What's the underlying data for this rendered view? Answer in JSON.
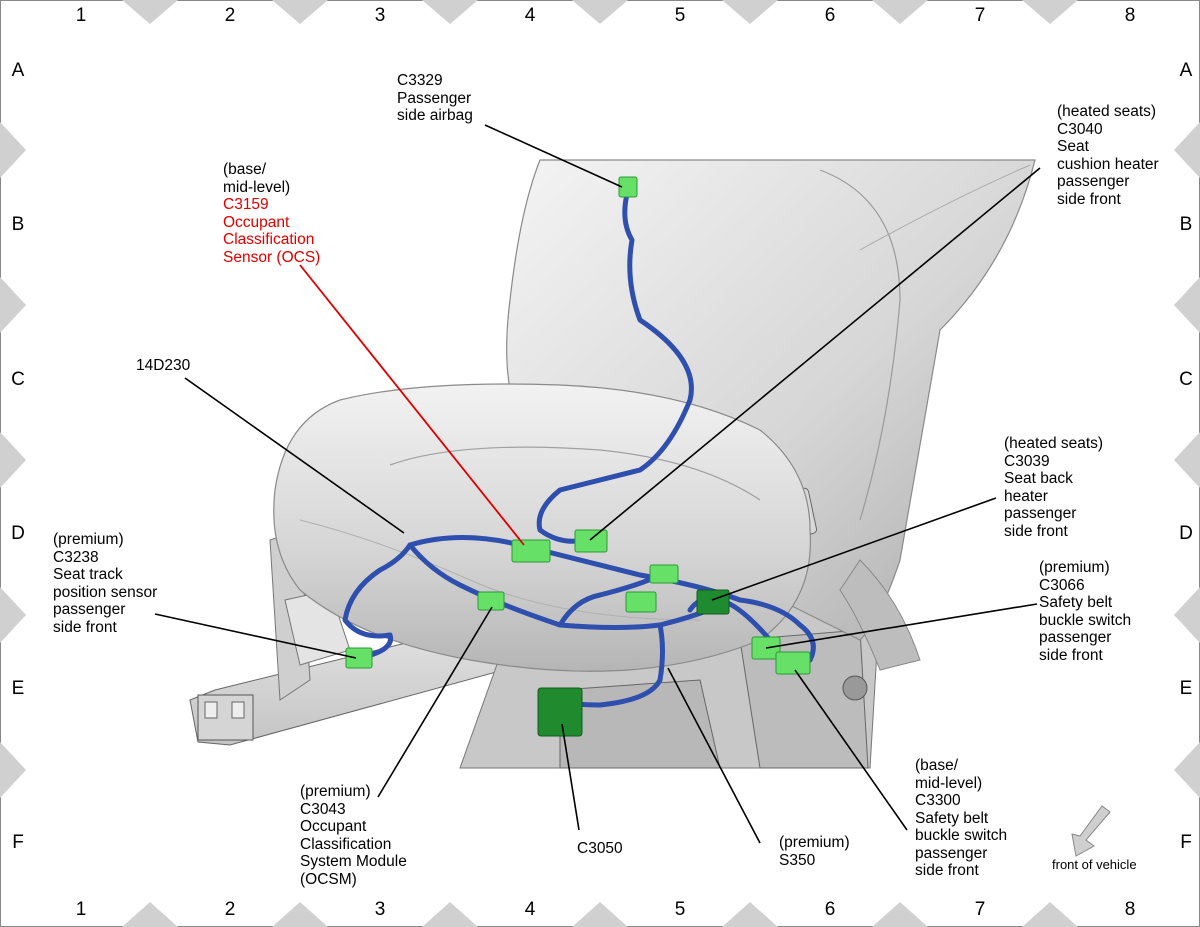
{
  "grid": {
    "columns": [
      "1",
      "2",
      "3",
      "4",
      "5",
      "6",
      "7",
      "8"
    ],
    "rows": [
      "A",
      "B",
      "C",
      "D",
      "E",
      "F"
    ]
  },
  "callouts": {
    "c3329": {
      "lines": [
        "C3329",
        "Passenger",
        "side airbag"
      ]
    },
    "c3159": {
      "lines": [
        "(base/",
        "mid-level)",
        "C3159",
        "Occupant",
        "Classification",
        "Sensor (OCS)"
      ]
    },
    "c3040": {
      "lines": [
        "(heated seats)",
        "C3040",
        "Seat",
        "cushion heater",
        "passenger",
        "side front"
      ]
    },
    "h14d230": {
      "lines": [
        "14D230"
      ]
    },
    "c3039": {
      "lines": [
        "(heated seats)",
        "C3039",
        "Seat back",
        "heater",
        "passenger",
        "side front"
      ]
    },
    "c3238": {
      "lines": [
        "(premium)",
        "C3238",
        "Seat track",
        "position sensor",
        "passenger",
        "side front"
      ]
    },
    "c3066": {
      "lines": [
        "(premium)",
        "C3066",
        "Safety belt",
        "buckle switch",
        "passenger",
        "side front"
      ]
    },
    "c3043": {
      "lines": [
        "(premium)",
        "C3043",
        "Occupant",
        "Classification",
        "System Module",
        "(OCSM)"
      ]
    },
    "c3050": {
      "lines": [
        "C3050"
      ]
    },
    "s350": {
      "lines": [
        "(premium)",
        "S350"
      ]
    },
    "c3300": {
      "lines": [
        "(base/",
        "mid-level)",
        "C3300",
        "Safety belt",
        "buckle switch",
        "passenger",
        "side front"
      ]
    }
  },
  "front_of_vehicle": "front of vehicle",
  "colors": {
    "highlight_text": "#e00000",
    "harness": "#2f4fae",
    "connector": "#66e066",
    "connector_dark": "#1f8a2e",
    "seat": "#d9d9d9",
    "grid_marker": "#d0d0d0"
  }
}
